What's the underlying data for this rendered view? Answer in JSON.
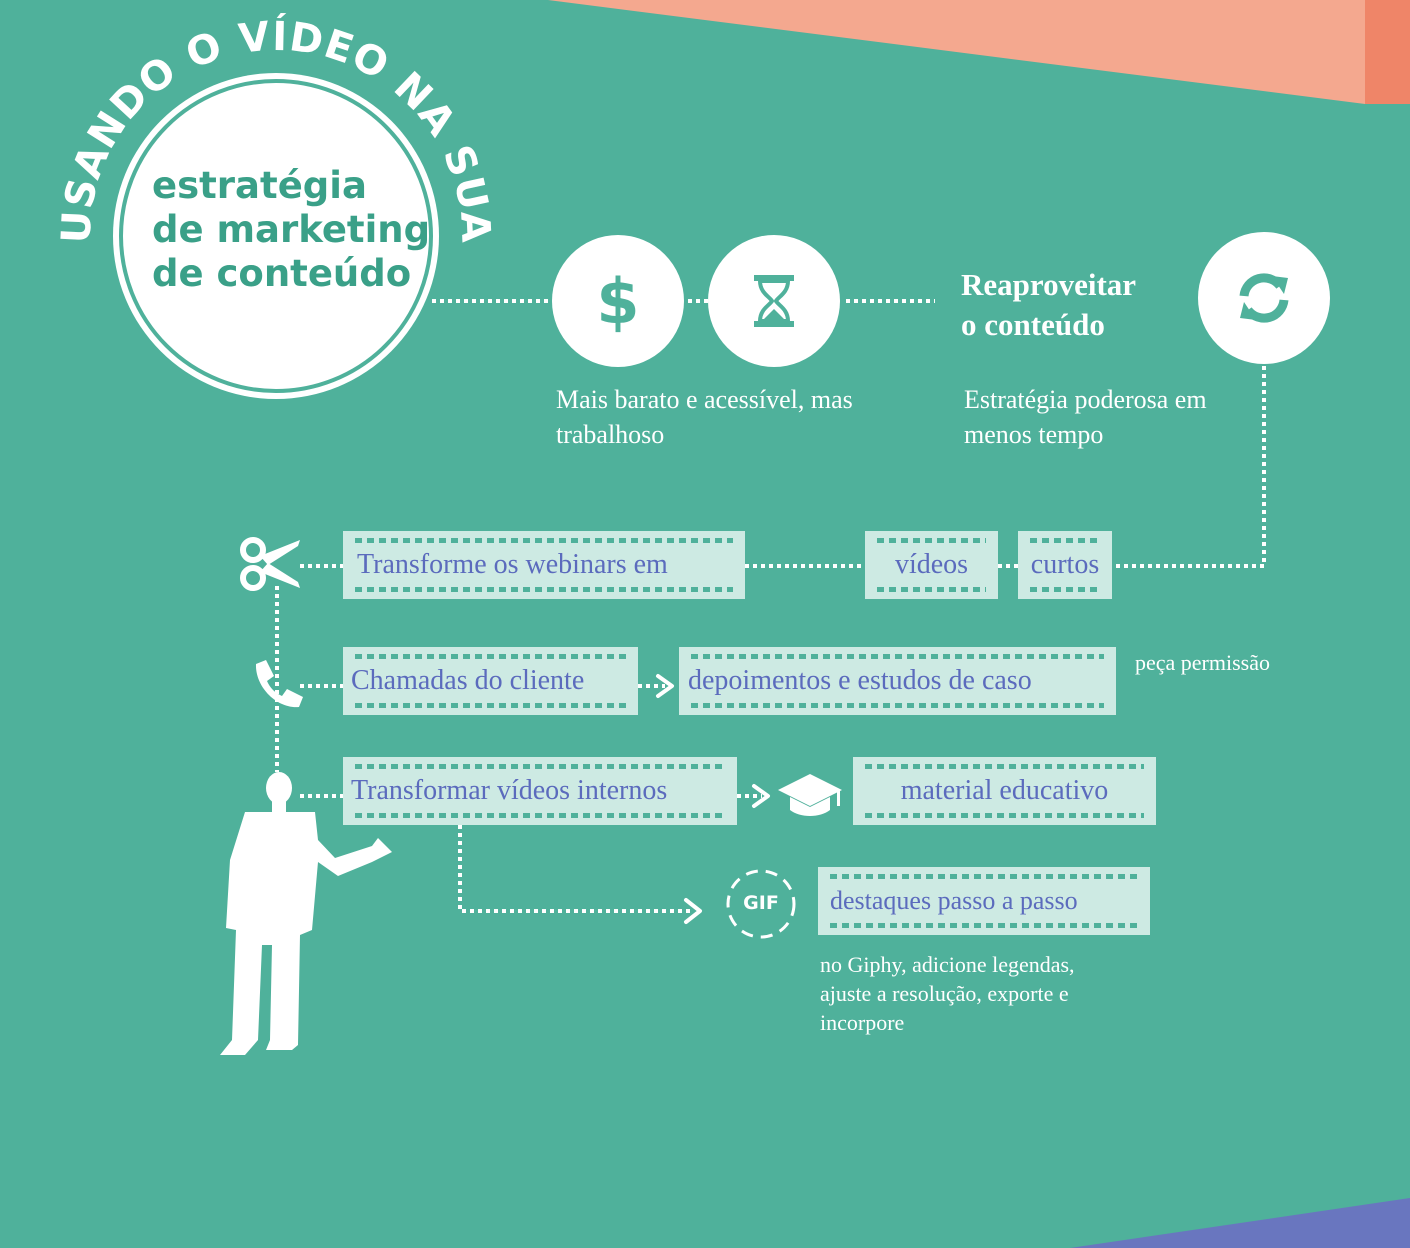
{
  "title": {
    "arc": "USANDO O VÍDEO NA SUA",
    "lines": [
      "estratégia",
      "de marketing",
      "de conteúdo"
    ]
  },
  "top": {
    "cheap_caption": "Mais barato e acessível, mas trabalhoso",
    "repurpose_heading_line1": "Reaproveitar",
    "repurpose_heading_line2": "o conteúdo",
    "repurpose_caption": "Estratégia poderosa em menos tempo"
  },
  "rows": {
    "webinars": {
      "label": "Transforme os webinars em",
      "word1": "vídeos",
      "word2": "curtos"
    },
    "calls": {
      "label": "Chamadas do cliente",
      "target": "depoimentos e estudos de caso",
      "note": "peça permissão"
    },
    "internal": {
      "label": "Transformar vídeos internos",
      "target": "material educativo"
    },
    "gif": {
      "icon_text": "GIF",
      "target": "destaques passo a passo",
      "note": "no Giphy, adicione legendas, ajuste a resolução, exporte e incorpore"
    }
  },
  "icons": {
    "dollar": "$",
    "hourglass": "hourglass-icon",
    "refresh": "refresh-icon",
    "scissors": "scissors-icon",
    "phone": "phone-icon",
    "graduation": "graduation-cap-icon",
    "person": "presenter-silhouette"
  },
  "colors": {
    "background": "#4fb19b",
    "coral": "#f4a88f",
    "coral_dark": "#ef8568",
    "purple": "#6976bf",
    "film": "#cdeae3",
    "film_text": "#5b6bbd"
  }
}
